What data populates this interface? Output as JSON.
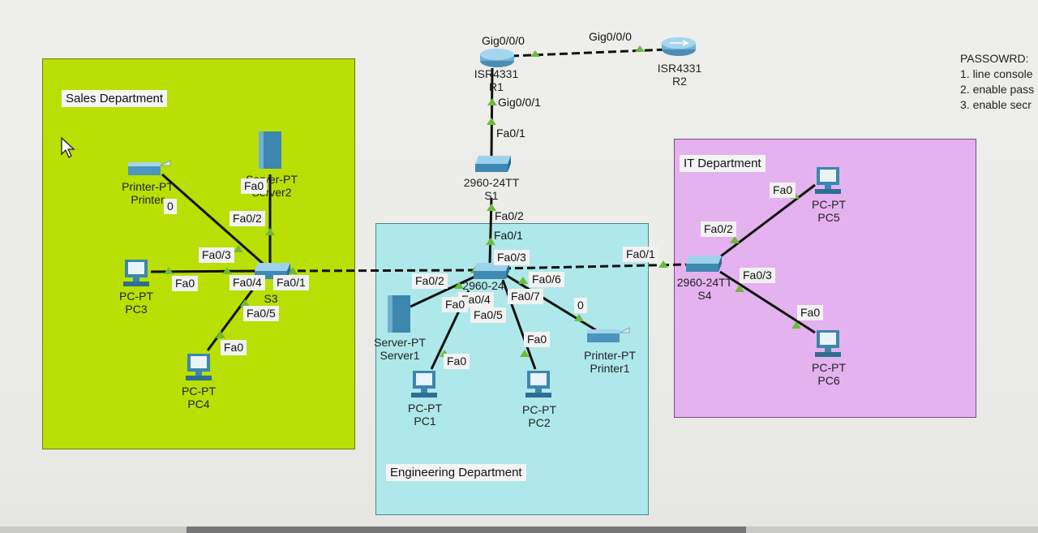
{
  "zones": {
    "sales": {
      "label": "Sales Department",
      "color": "#b8e000"
    },
    "engineering": {
      "label": "Engineering Department",
      "color": "#aee9ec"
    },
    "it": {
      "label": "IT Department",
      "color": "#e6b0ee"
    }
  },
  "password_note": {
    "title": "PASSOWRD:",
    "items": [
      "1. line console",
      "2. enable pass",
      "3. enable secr"
    ]
  },
  "devices": {
    "r1": {
      "line1": "ISR4331",
      "line2": "R1"
    },
    "r2": {
      "line1": "ISR4331",
      "line2": "R2"
    },
    "s1": {
      "line1": "2960-24TT",
      "line2": "S1"
    },
    "s3": {
      "line1": "",
      "line2": "S3"
    },
    "s2": {
      "line1": "2960-24",
      "line2": ""
    },
    "s4": {
      "line1": "2960-24TT",
      "line2": "S4"
    },
    "printer": {
      "line1": "Printer-PT",
      "line2": "Printer"
    },
    "server2": {
      "line1": "Server-PT",
      "line2": "Server2"
    },
    "pc3": {
      "line1": "PC-PT",
      "line2": "PC3"
    },
    "pc4": {
      "line1": "PC-PT",
      "line2": "PC4"
    },
    "server1": {
      "line1": "Server-PT",
      "line2": "Server1"
    },
    "pc1": {
      "line1": "PC-PT",
      "line2": "PC1"
    },
    "pc2": {
      "line1": "PC-PT",
      "line2": "PC2"
    },
    "printer1": {
      "line1": "Printer-PT",
      "line2": "Printer1"
    },
    "pc5": {
      "line1": "PC-PT",
      "line2": "PC5"
    },
    "pc6": {
      "line1": "PC-PT",
      "line2": "PC6"
    }
  },
  "ports": {
    "r1_gig000": "Gig0/0/0",
    "r2_gig000": "Gig0/0/0",
    "r1_gig001": "Gig0/0/1",
    "s1_fa01": "Fa0/1",
    "s1_fa02": "Fa0/2",
    "s2_fa01": "Fa0/1",
    "s2_fa03": "Fa0/3",
    "s2_fa02": "Fa0/2",
    "s2_fa04": "Fa0/4",
    "s2_fa05": "Fa0/5",
    "s2_fa06": "Fa0/6",
    "s2_fa07": "Fa0/7",
    "server1_fa0": "Fa0",
    "pc1_fa0": "Fa0",
    "pc2_fa0": "Fa0",
    "printer1_0": "0",
    "s3_fa01": "Fa0/1",
    "s3_fa02": "Fa0/2",
    "s3_fa03": "Fa0/3",
    "s3_fa04": "Fa0/4",
    "s3_fa05": "Fa0/5",
    "server2_fa0": "Fa0",
    "printer_0": "0",
    "pc3_fa0": "Fa0",
    "pc4_fa0": "Fa0",
    "s4_fa01": "Fa0/1",
    "s4_fa02": "Fa0/2",
    "s4_fa03": "Fa0/3",
    "pc5_fa0": "Fa0",
    "pc6_fa0": "Fa0"
  },
  "colors": {
    "link": "#111111",
    "link_up_marker": "#6dbb3a",
    "device_blue": "#3a8fb5"
  }
}
